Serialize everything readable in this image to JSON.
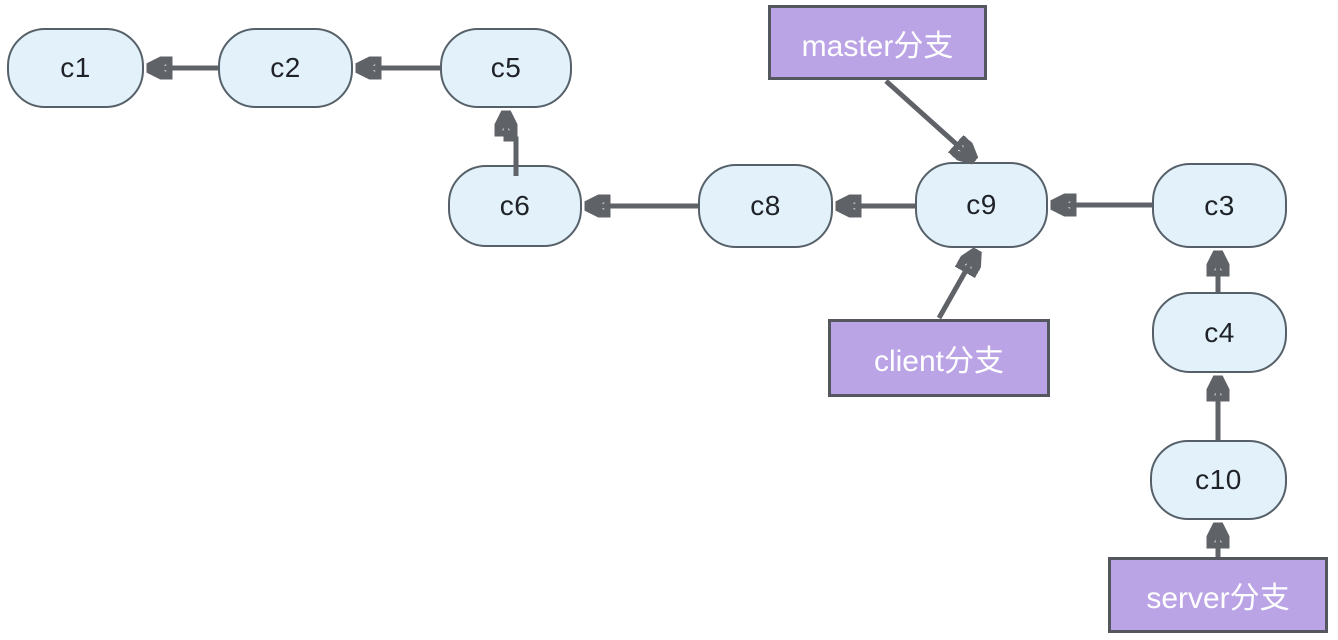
{
  "diagram": {
    "nodes": {
      "c1": {
        "label": "c1"
      },
      "c2": {
        "label": "c2"
      },
      "c5": {
        "label": "c5"
      },
      "c6": {
        "label": "c6"
      },
      "c8": {
        "label": "c8"
      },
      "c9": {
        "label": "c9"
      },
      "c3": {
        "label": "c3"
      },
      "c4": {
        "label": "c4"
      },
      "c10": {
        "label": "c10"
      }
    },
    "branches": {
      "master": {
        "label": "master分支",
        "points_to": "c9"
      },
      "client": {
        "label": "client分支",
        "points_to": "c9"
      },
      "server": {
        "label": "server分支",
        "points_to": "c10"
      }
    },
    "edges": [
      {
        "from": "c2",
        "to": "c1"
      },
      {
        "from": "c5",
        "to": "c2"
      },
      {
        "from": "c6",
        "to": "c5"
      },
      {
        "from": "c8",
        "to": "c6"
      },
      {
        "from": "c9",
        "to": "c8"
      },
      {
        "from": "c3",
        "to": "c9"
      },
      {
        "from": "c4",
        "to": "c3"
      },
      {
        "from": "c10",
        "to": "c4"
      },
      {
        "from": "master分支",
        "to": "c9"
      },
      {
        "from": "client分支",
        "to": "c9"
      },
      {
        "from": "server分支",
        "to": "c10"
      }
    ],
    "colors": {
      "background": "#ffffff",
      "node_fill": "#e2f1fa",
      "node_border": "#566069",
      "node_text": "#1f2328",
      "branch_fill": "#bba4e6",
      "branch_border": "#54575e",
      "branch_text": "#ffffff",
      "arrow": "#5f6368"
    }
  }
}
